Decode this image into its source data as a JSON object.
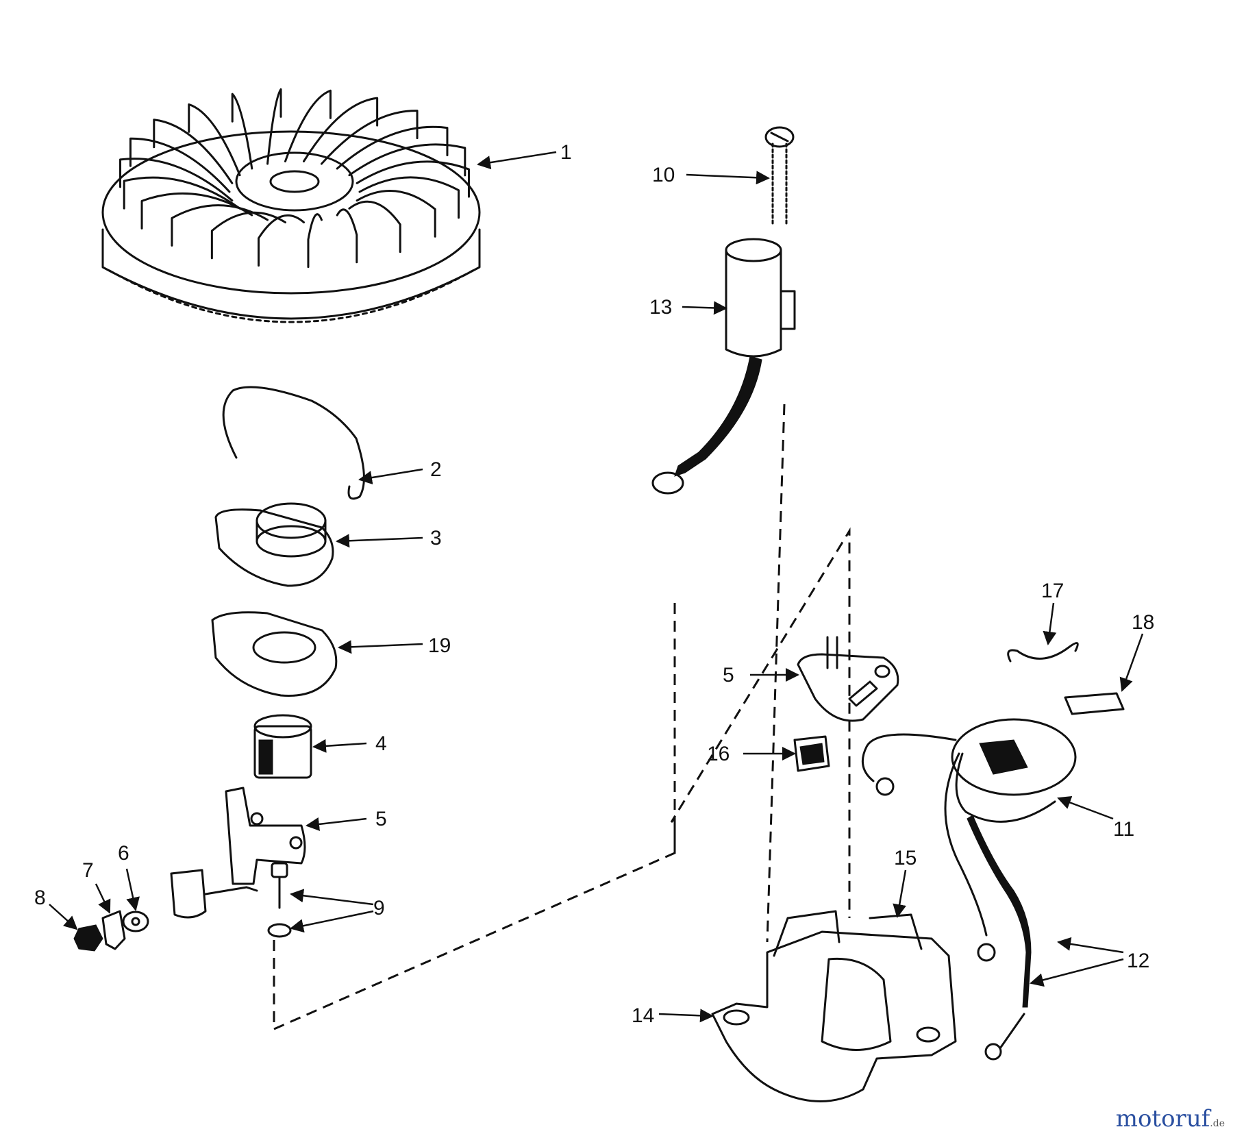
{
  "callouts": {
    "c1": "1",
    "c2": "2",
    "c3": "3",
    "c19": "19",
    "c4": "4",
    "c5a": "5",
    "c6": "6",
    "c7": "7",
    "c8": "8",
    "c9": "9",
    "c10": "10",
    "c13": "13",
    "c5b": "5",
    "c16": "16",
    "c17": "17",
    "c18": "18",
    "c11": "11",
    "c15": "15",
    "c12": "12",
    "c14": "14"
  },
  "watermark": {
    "text": "motoruf",
    "suffix": ".de"
  }
}
